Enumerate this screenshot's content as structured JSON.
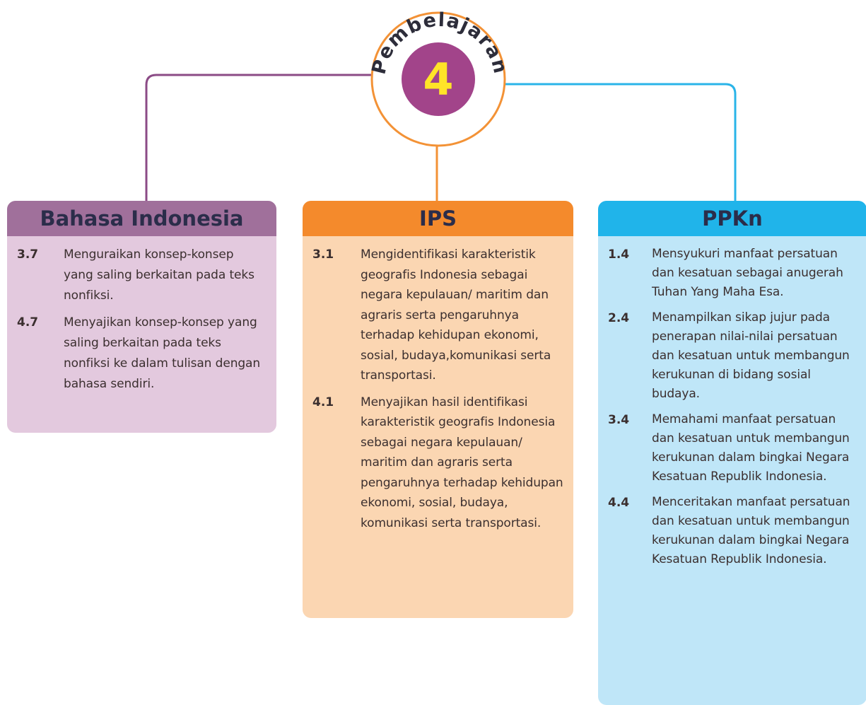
{
  "badge": {
    "arc_label": "Pembelajaran",
    "number": "4"
  },
  "colors": {
    "badge_ring": "#f39236",
    "badge_fill": "#a2448a",
    "badge_number": "#ffe428",
    "line_left": "#8b4b86",
    "line_center": "#f39236",
    "line_right": "#2ab4e8"
  },
  "subjects": [
    {
      "title": "Bahasa Indonesia",
      "items": [
        {
          "num": "3.7",
          "text": "Menguraikan konsep-konsep yang saling berkaitan pada teks nonfiksi."
        },
        {
          "num": "4.7",
          "text": "Menyajikan konsep-konsep yang saling berkaitan pada teks nonfiksi ke dalam tulisan dengan bahasa sendiri."
        }
      ]
    },
    {
      "title": "IPS",
      "items": [
        {
          "num": "3.1",
          "text": "Mengidentifikasi karakteristik geografis Indonesia sebagai negara kepulauan/ maritim dan agraris serta pengaruhnya terhadap kehidupan ekonomi, sosial, budaya,komunikasi serta transportasi."
        },
        {
          "num": "4.1",
          "text": "Menyajikan hasil identifikasi karakteristik geografis Indonesia sebagai negara kepulauan/ maritim dan agraris serta pengaruhnya terhadap kehidupan ekonomi, sosial, budaya, komunikasi serta transportasi."
        }
      ]
    },
    {
      "title": "PPKn",
      "items": [
        {
          "num": "1.4",
          "text": "Mensyukuri manfaat persatuan dan kesatuan sebagai anugerah Tuhan Yang Maha Esa."
        },
        {
          "num": "2.4",
          "text": "Menampilkan sikap jujur pada penerapan nilai-nilai persatuan dan kesatuan untuk membangun kerukunan di bidang sosial budaya."
        },
        {
          "num": "3.4",
          "text": "Memahami manfaat persatuan dan kesatuan untuk membangun kerukunan dalam bingkai Negara Kesatuan Republik Indonesia."
        },
        {
          "num": "4.4",
          "text": "Menceritakan manfaat persatuan dan kesatuan untuk membangun kerukunan dalam bingkai Negara Kesatuan Republik Indonesia."
        }
      ]
    }
  ]
}
